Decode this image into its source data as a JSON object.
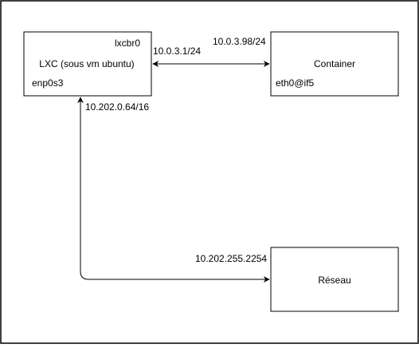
{
  "diagram": {
    "host_box": {
      "title": "LXC (sous vm ubuntu)",
      "bridge_label": "lxcbr0",
      "nic_label": "enp0s3"
    },
    "container_box": {
      "title": "Container",
      "nic_label": "eth0@if5"
    },
    "network_box": {
      "title": "Réseau"
    },
    "edges": {
      "bridge_ip": "10.0.3.1/24",
      "container_ip": "10.0.3.98/24",
      "host_ip": "10.202.0.64/16",
      "network_ip": "10.202.255.2254"
    },
    "colors": {
      "stroke": "#000000",
      "background": "#ffffff"
    }
  }
}
